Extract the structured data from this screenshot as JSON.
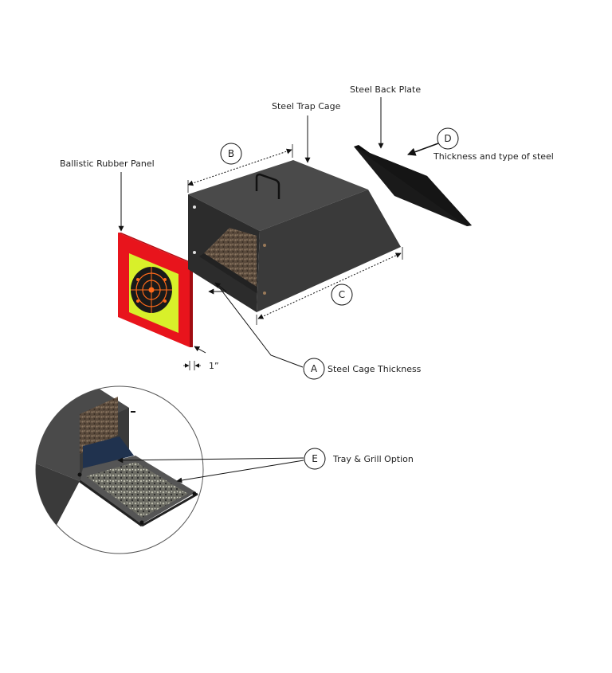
{
  "labels": {
    "ballistic_panel": "Ballistic Rubber Panel",
    "trap_cage": "Steel Trap Cage",
    "back_plate": "Steel Back Plate",
    "thickness_type": "Thickness and type of steel",
    "cage_thickness": "Steel Cage Thickness",
    "tray_grill": "Tray & Grill Option",
    "panel_thickness": "1”"
  },
  "markers": {
    "a": "A",
    "b": "B",
    "c": "C",
    "d": "D",
    "e": "E"
  },
  "colors": {
    "steel": "#3a3a3a",
    "steel_dark": "#262626",
    "panel_red": "#e8141c",
    "target_yellow": "#d8f02a",
    "target_black": "#1a1a1a",
    "target_orange": "#ff6a1a"
  }
}
